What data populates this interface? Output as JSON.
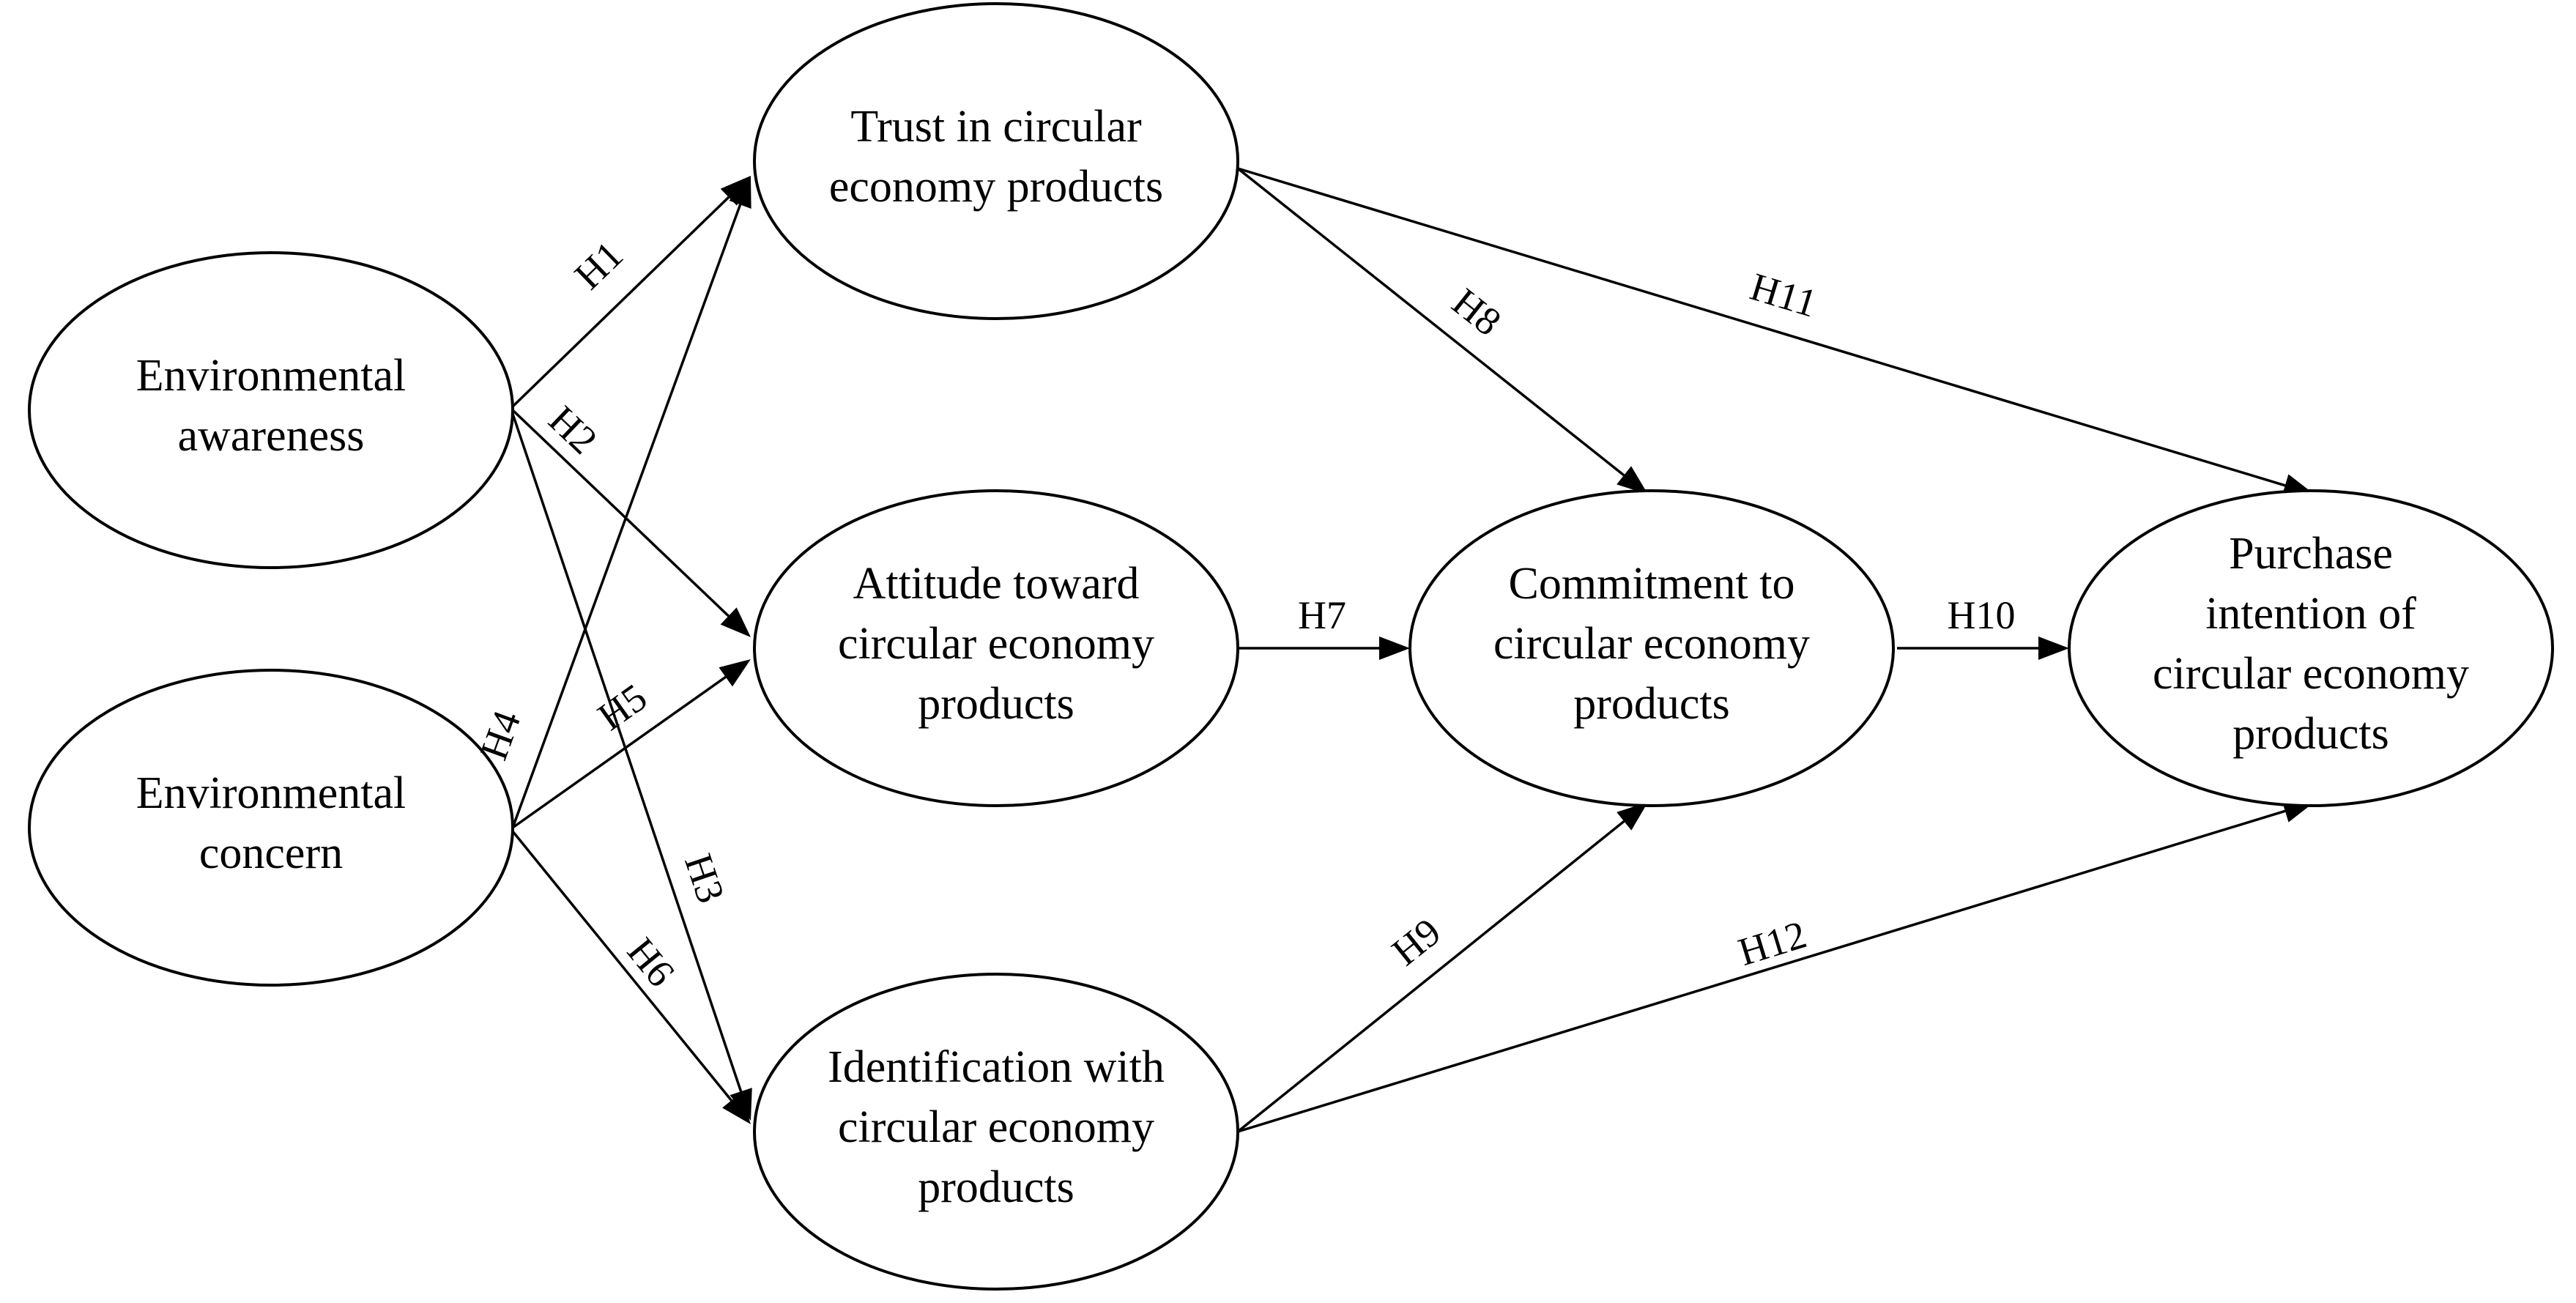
{
  "nodes": [
    {
      "id": "trust",
      "lines": [
        "Trust in circular",
        "economy products"
      ]
    },
    {
      "id": "awareness",
      "lines": [
        "Environmental",
        "awareness"
      ]
    },
    {
      "id": "attitude",
      "lines": [
        "Attitude toward",
        "circular economy",
        "products"
      ]
    },
    {
      "id": "concern",
      "lines": [
        "Environmental",
        "concern"
      ]
    },
    {
      "id": "identification",
      "lines": [
        "Identification with",
        "circular economy",
        "products"
      ]
    },
    {
      "id": "commitment",
      "lines": [
        "Commitment to",
        "circular economy",
        "products"
      ]
    },
    {
      "id": "purchase",
      "lines": [
        "Purchase",
        "intention of",
        "circular economy",
        "products"
      ]
    }
  ],
  "edges": [
    {
      "id": "H1",
      "label": "H1",
      "from": "awareness",
      "to": "trust"
    },
    {
      "id": "H2",
      "label": "H2",
      "from": "awareness",
      "to": "attitude"
    },
    {
      "id": "H3",
      "label": "H3",
      "from": "awareness",
      "to": "identification"
    },
    {
      "id": "H4",
      "label": "H4",
      "from": "concern",
      "to": "trust"
    },
    {
      "id": "H5",
      "label": "H5",
      "from": "concern",
      "to": "attitude"
    },
    {
      "id": "H6",
      "label": "H6",
      "from": "concern",
      "to": "identification"
    },
    {
      "id": "H7",
      "label": "H7",
      "from": "attitude",
      "to": "commitment"
    },
    {
      "id": "H8",
      "label": "H8",
      "from": "trust",
      "to": "commitment"
    },
    {
      "id": "H9",
      "label": "H9",
      "from": "identification",
      "to": "commitment"
    },
    {
      "id": "H10",
      "label": "H10",
      "from": "commitment",
      "to": "purchase"
    },
    {
      "id": "H11",
      "label": "H11",
      "from": "trust",
      "to": "purchase"
    },
    {
      "id": "H12",
      "label": "H12",
      "from": "identification",
      "to": "purchase"
    }
  ]
}
